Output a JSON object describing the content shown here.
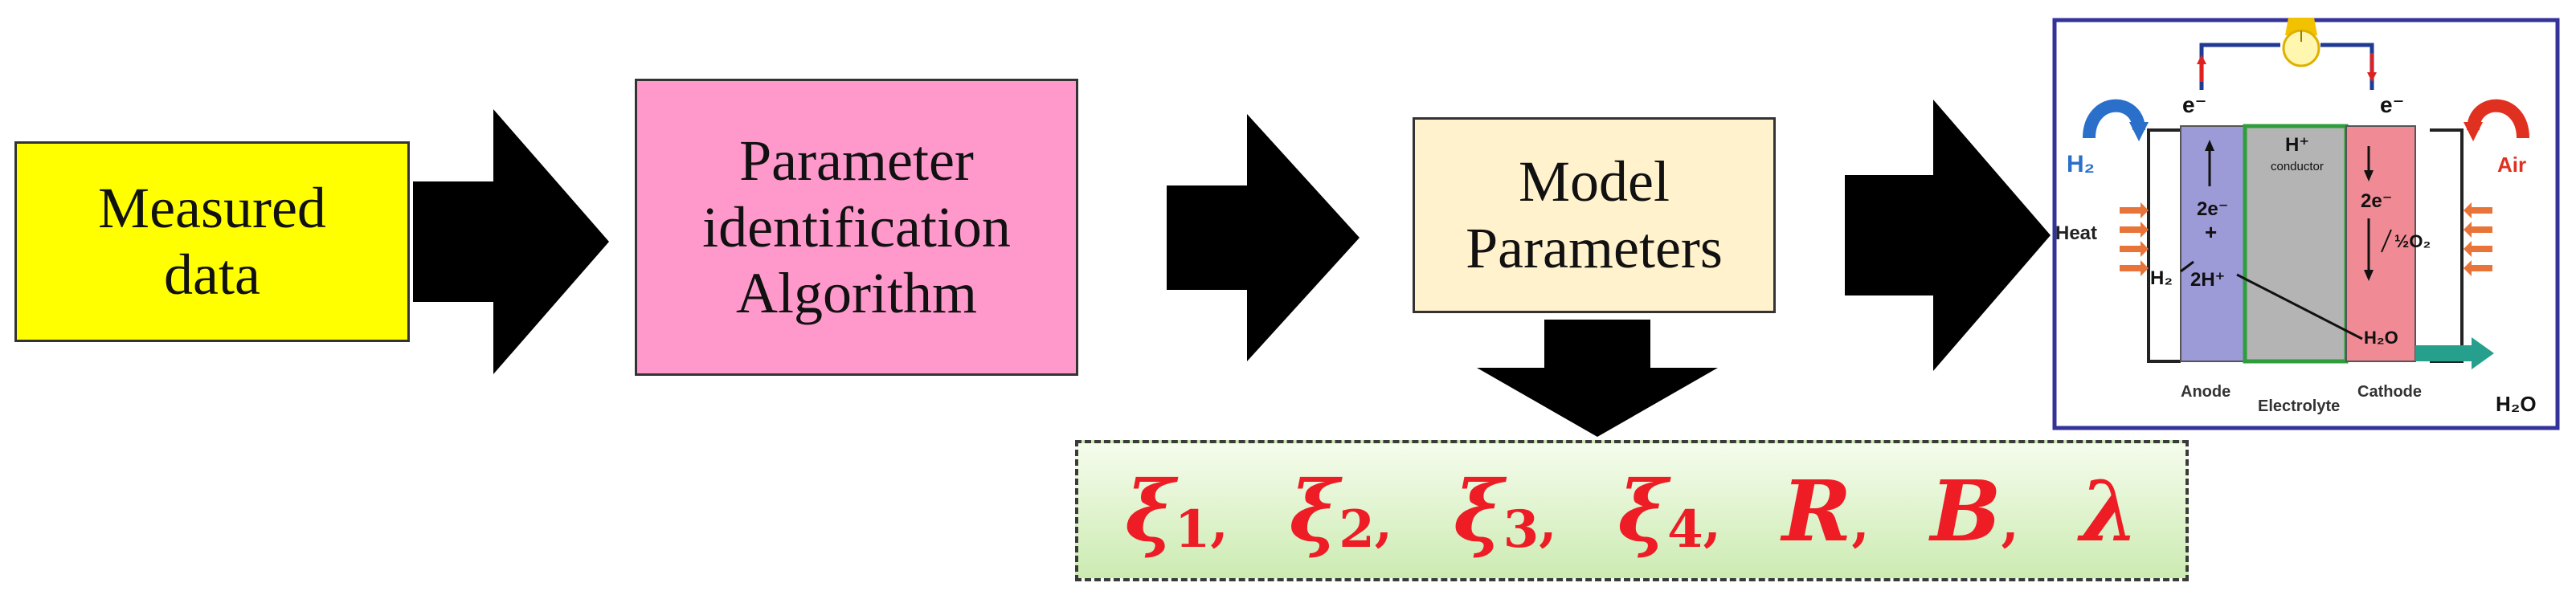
{
  "blocks": {
    "measured": [
      "Measured",
      "data"
    ],
    "algorithm": [
      "Parameter",
      "identification",
      "Algorithm"
    ],
    "model": [
      "Model",
      "Parameters"
    ]
  },
  "parameters": [
    {
      "symbol": "ξ",
      "sub": "1",
      "comma": ","
    },
    {
      "symbol": "ξ",
      "sub": "2",
      "comma": ","
    },
    {
      "symbol": "ξ",
      "sub": "3",
      "comma": ","
    },
    {
      "symbol": "ξ",
      "sub": "4",
      "comma": ","
    },
    {
      "symbol": "R",
      "sub": "",
      "comma": ","
    },
    {
      "symbol": "B",
      "sub": "",
      "comma": ","
    },
    {
      "symbol": "λ",
      "sub": "",
      "comma": ""
    }
  ],
  "fuel_cell": {
    "h2_in": "H₂",
    "air_in": "Air",
    "heat_left": "Heat",
    "electron_left": "e⁻",
    "electron_right": "e⁻",
    "anode_2e": "2e⁻",
    "anode_plus": "+",
    "anode_2h": "2H⁺",
    "anode_h2": "H₂",
    "membrane_ion": "H⁺",
    "membrane_label": "conductor",
    "cathode_2e": "2e⁻",
    "cathode_o2": "½O₂",
    "cathode_h2o": "H₂O",
    "label_anode": "Anode",
    "label_electrolyte": "Electrolyte",
    "label_cathode": "Cathode",
    "h2o_out": "H₂O"
  },
  "colors": {
    "measured_box": "#ffff00",
    "algorithm_box": "#ff99cc",
    "model_box": "#fff2cc",
    "parameter_text": "#ee1c25",
    "anode": "#9d9ad8",
    "electrolyte": "#b4b4b4",
    "electrolyte_border": "#2e9e3c",
    "cathode": "#f08a94",
    "frame": "#333399"
  }
}
